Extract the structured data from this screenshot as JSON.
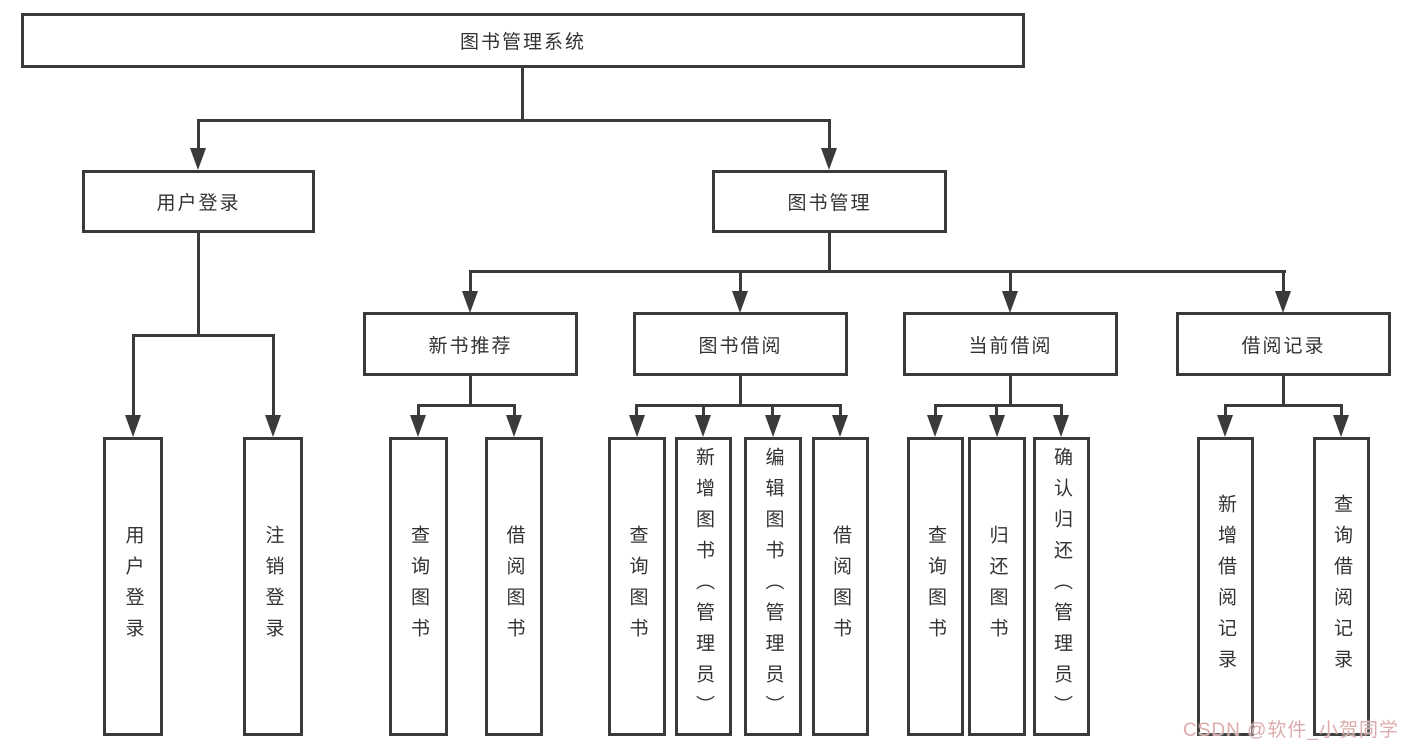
{
  "watermark": "CSDN @软件_小贺同学",
  "colors": {
    "line": "#3a3a3a",
    "text": "#333333",
    "watermark": "#dcacac",
    "background": "#ffffff"
  },
  "tree": {
    "root": "图书管理系统",
    "branches": [
      {
        "label": "用户登录",
        "children": [
          "用户登录",
          "注销登录"
        ]
      },
      {
        "label": "图书管理",
        "sections": [
          {
            "label": "新书推荐",
            "children": [
              "查询图书",
              "借阅图书"
            ]
          },
          {
            "label": "图书借阅",
            "children": [
              "查询图书",
              "新增图书（管理员）",
              "编辑图书（管理员）",
              "借阅图书"
            ]
          },
          {
            "label": "当前借阅",
            "children": [
              "查询图书",
              "归还图书",
              "确认归还（管理员）"
            ]
          },
          {
            "label": "借阅记录",
            "children": [
              "新增借阅记录",
              "查询借阅记录"
            ]
          }
        ]
      }
    ]
  }
}
